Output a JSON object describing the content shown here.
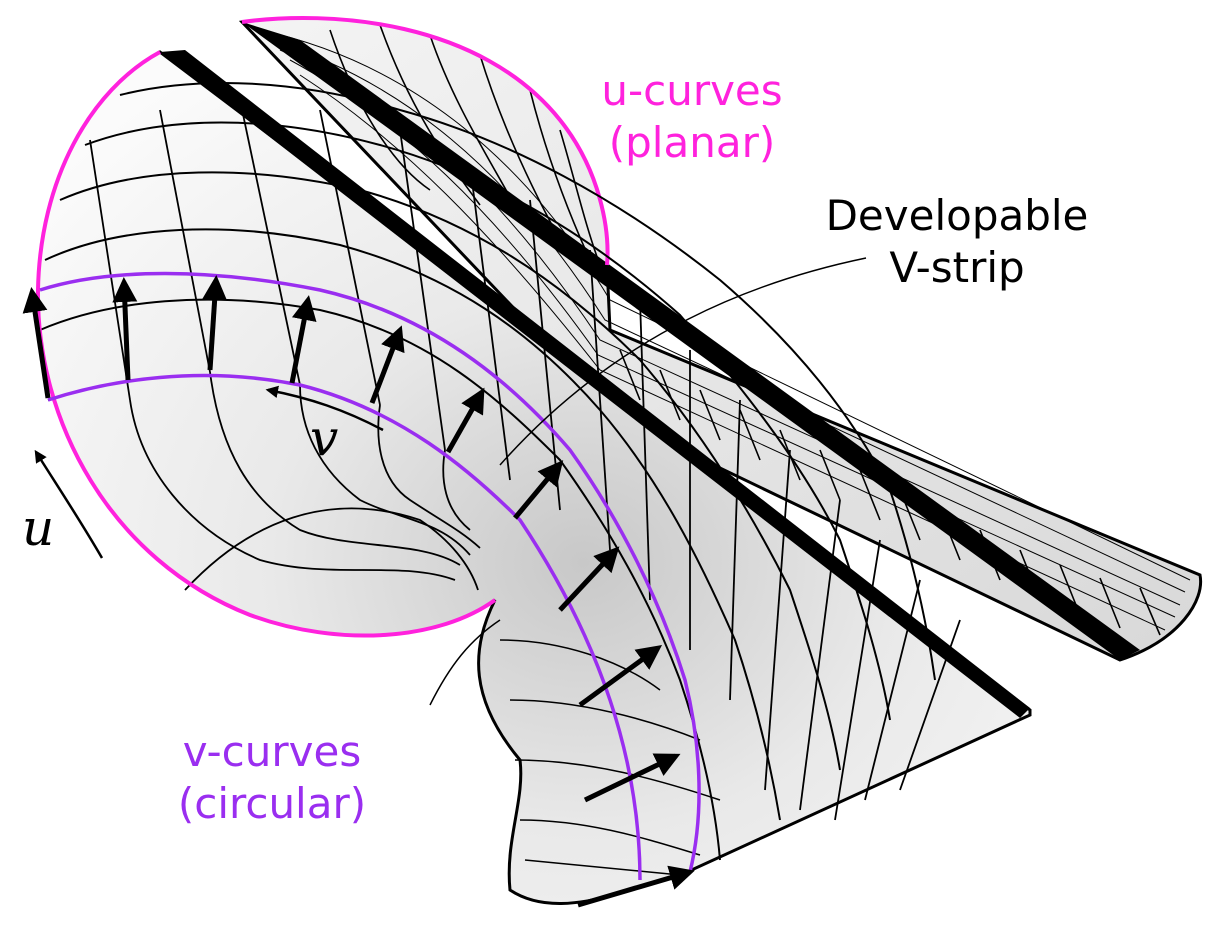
{
  "labels": {
    "u_curves_line1": "u-curves",
    "u_curves_line2": "(planar)",
    "v_curves_line1": "v-curves",
    "v_curves_line2": "(circular)",
    "developable_line1": "Developable",
    "developable_line2": "V-strip",
    "u_param": "u",
    "v_param": "v"
  },
  "colors": {
    "u_curves": "#ff22dd",
    "v_curves": "#9a2ef0",
    "mesh": "#000000",
    "surface": "#f2f2f2",
    "text": "#000000"
  }
}
